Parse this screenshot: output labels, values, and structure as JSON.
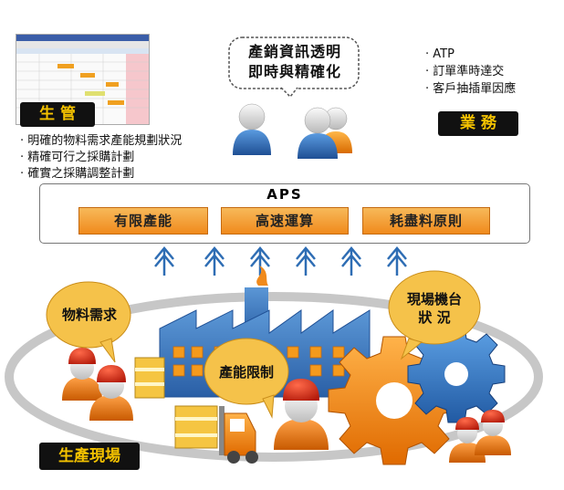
{
  "production_mgmt": {
    "label": "生 管",
    "bullets": [
      "明確的物料需求產能規劃狀況",
      "精確可行之採購計劃",
      "確實之採購調整計劃"
    ]
  },
  "speech": {
    "line1": "產銷資訊透明",
    "line2": "即時與精確化"
  },
  "business": {
    "label": "業 務",
    "bullets": [
      "ATP",
      "訂單準時達交",
      "客戶抽插單因應"
    ]
  },
  "aps": {
    "title": "APS",
    "modules": [
      "有限產能",
      "高速運算",
      "耗盡料原則"
    ]
  },
  "factory": {
    "material_demand": "物料需求",
    "capacity_limit": "產能限制",
    "machine_status_line1": "現場機台",
    "machine_status_line2": "狀 況",
    "floor_label": "生產現場"
  },
  "colors": {
    "orange": "#f08a1c",
    "blue": "#2e6db4",
    "label_yellow": "#f4c200"
  }
}
